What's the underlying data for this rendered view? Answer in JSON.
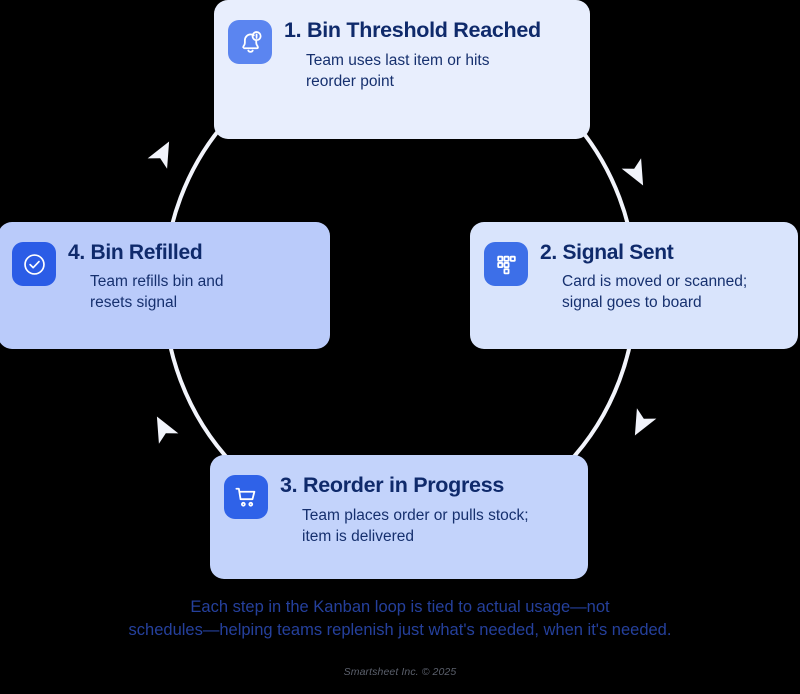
{
  "diagram": {
    "type": "cycle",
    "direction": "clockwise",
    "background_color": "#000000",
    "loop_color": "#F2F4FB",
    "steps": [
      {
        "number": "1.",
        "title": "1. Bin Threshold Reached",
        "description": "Team uses last item or hits\nreorder point",
        "icon": "bell-alert-icon",
        "card_color": "#E8EEFD",
        "badge_color": "#5B85F0",
        "position": "top"
      },
      {
        "number": "2.",
        "title": "2. Signal Sent",
        "description": "Card is moved or scanned;\nsignal goes to board",
        "icon": "kanban-grid-icon",
        "card_color": "#D9E4FC",
        "badge_color": "#3D6FE8",
        "position": "right"
      },
      {
        "number": "3.",
        "title": "3. Reorder in Progress",
        "description": "Team places order or pulls stock;\nitem is delivered",
        "icon": "shopping-cart-icon",
        "card_color": "#C3D3FB",
        "badge_color": "#2F62E8",
        "position": "bottom"
      },
      {
        "number": "4.",
        "title": "4. Bin Refilled",
        "description": "Team refills bin and\nresets signal",
        "icon": "check-circle-icon",
        "card_color": "#BACBFA",
        "badge_color": "#2B5CE6",
        "position": "left"
      }
    ]
  },
  "caption": {
    "text": "Each step in the Kanban loop is tied to actual usage—not\nschedules—helping teams replenish just what's needed, when it's needed.",
    "color": "#25409C"
  },
  "footer": {
    "text": "Smartsheet Inc. © 2025",
    "color": "#5A5F6B"
  }
}
